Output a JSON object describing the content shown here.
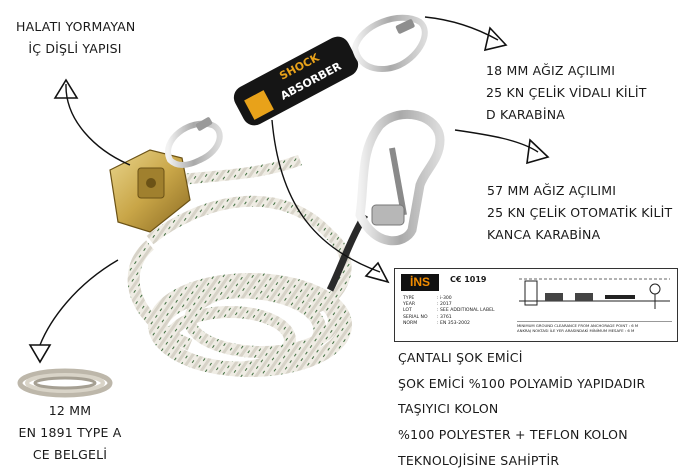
{
  "callouts": {
    "top_left": [
      "HALATI YORMAYAN",
      "İÇ DİŞLİ YAPISI"
    ],
    "carabiner": [
      "18 MM AĞIZ AÇILIMI",
      "25 KN ÇELİK VİDALI KİLİT",
      "D KARABİNA"
    ],
    "hook": [
      "57 MM AĞIZ AÇILIMI",
      "25 KN ÇELİK OTOMATİK KİLİT",
      "KANCA KARABİNA"
    ],
    "rope": [
      "12 MM",
      "EN 1891 TYPE A",
      "CE BELGELİ"
    ],
    "absorber": [
      "ÇANTALI ŞOK EMİCİ",
      "ŞOK EMİCİ %100 POLYAMİD YAPIDADIR",
      "TAŞIYICI KOLON",
      "%100 POLYESTER + TEFLON KOLON",
      "TEKNOLOJİSİNE SAHİPTİR"
    ]
  },
  "absorber_text": [
    "SHOCK",
    "ABSORBER"
  ],
  "label": {
    "brand": "İNS",
    "ce": "C€ 1019",
    "specs": [
      {
        "k": "TYPE",
        "v": ": i-300"
      },
      {
        "k": "YEAR",
        "v": ": 2017"
      },
      {
        "k": "LOT",
        "v": ": SEE ADDITIONAL LABEL"
      },
      {
        "k": "SERIAL NO",
        "v": ": 3761"
      },
      {
        "k": "NORM",
        "v": ": EN 353-2002"
      }
    ],
    "warning": [
      "MINIMUM GROUND CLEARANCE FROM ANCHORAGE POINT : 6 M",
      "ANKRAJ NOKTASI İLE YER ARASINDAKİ MİNİMUM MESAFE : 6 M"
    ]
  },
  "colors": {
    "brass": "#c9a648",
    "absorber": "#151515",
    "absorber_text": "#e8a21a",
    "rope": "#efece4"
  }
}
